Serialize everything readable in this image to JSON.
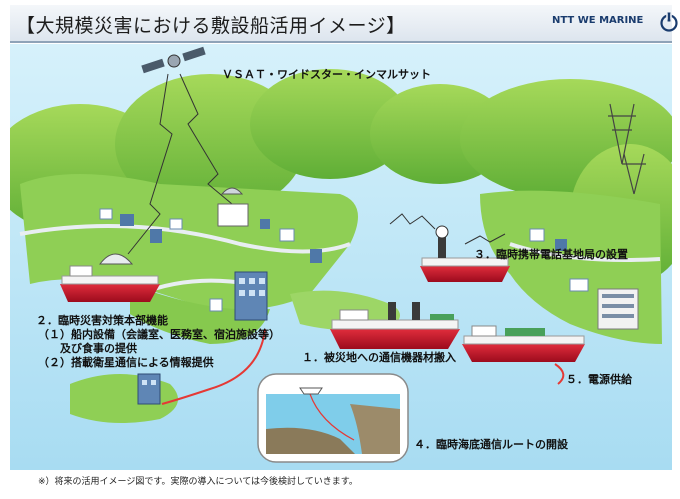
{
  "header": {
    "title": "【大規模災害における敷設船活用イメージ】",
    "brand": "NTT WE MARINE",
    "power_icon": "power-icon"
  },
  "scene": {
    "satellite_label": "ＶＳＡＴ・ワイドスター・インマルサット",
    "item2_title": "２．臨時災害対策本部機能",
    "item2_line1": "（１）船内設備（会議室、医務室、宿泊施設等）",
    "item2_line2": "及び食事の提供",
    "item2_line3": "（２）搭載衛星通信による情報提供",
    "item1": "１．被災地への通信機器材搬入",
    "item3": "３．臨時携帯電話基地局の設置",
    "item4": "４．臨時海底通信ルートの開設",
    "item5": "５．電源供給"
  },
  "footnote": "※）将来の活用イメージ図です。実際の導入については今後検討していきます。",
  "colors": {
    "sea": "#bfe6f7",
    "hill": "#7cc144",
    "ship_hull": "#c8102e",
    "cable": "#e53935",
    "title_bg": "#dde5ee"
  }
}
